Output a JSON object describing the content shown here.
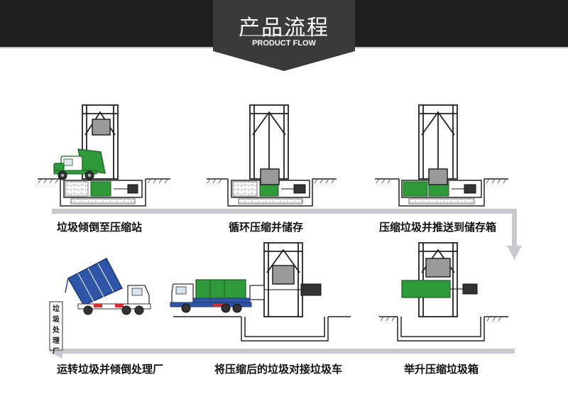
{
  "header": {
    "title": "产品流程",
    "subtitle": "PRODUCT FLOW"
  },
  "steps": [
    {
      "caption": "垃圾倾倒至压缩站"
    },
    {
      "caption": "循环压缩并储存"
    },
    {
      "caption": "压缩垃圾并推送到储存箱"
    },
    {
      "caption": "举升压缩垃圾箱"
    },
    {
      "caption": "将压缩后的垃圾对接垃圾车"
    },
    {
      "caption": "运转垃圾并倾倒处理厂"
    }
  ],
  "sign": {
    "text": "垃圾处理厂"
  },
  "colors": {
    "header_bg": "#1e1e1e",
    "container_green": "#2f9a3a",
    "truck_blue": "#2f55a8",
    "flow_arrow": "#c8c8ce"
  }
}
